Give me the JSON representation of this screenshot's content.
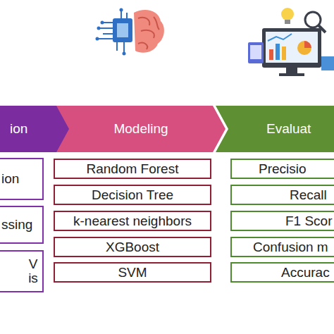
{
  "diagram": {
    "nodes": [
      {
        "text": [
          "ion"
        ]
      },
      {
        "text": [
          "ion"
        ]
      },
      {
        "text": [
          "ssing"
        ]
      },
      {
        "text": [
          "V is"
        ]
      },
      {
        "text": [
          "Modeling"
        ]
      },
      {
        "text": [
          "Random Forest"
        ]
      },
      {
        "text": [
          "Decision Tree"
        ]
      },
      {
        "text": [
          "k-nearest neighbors"
        ]
      },
      {
        "text": [
          "XGBoost"
        ]
      },
      {
        "text": [
          "SVM"
        ]
      },
      {
        "text": [
          "Evaluat"
        ]
      },
      {
        "text": [
          "Precisio"
        ]
      },
      {
        "text": [
          "Recall"
        ]
      },
      {
        "text": [
          "F1 Scor"
        ]
      },
      {
        "text": [
          "Confusion m"
        ]
      },
      {
        "text": [
          "Accurac"
        ]
      }
    ]
  }
}
